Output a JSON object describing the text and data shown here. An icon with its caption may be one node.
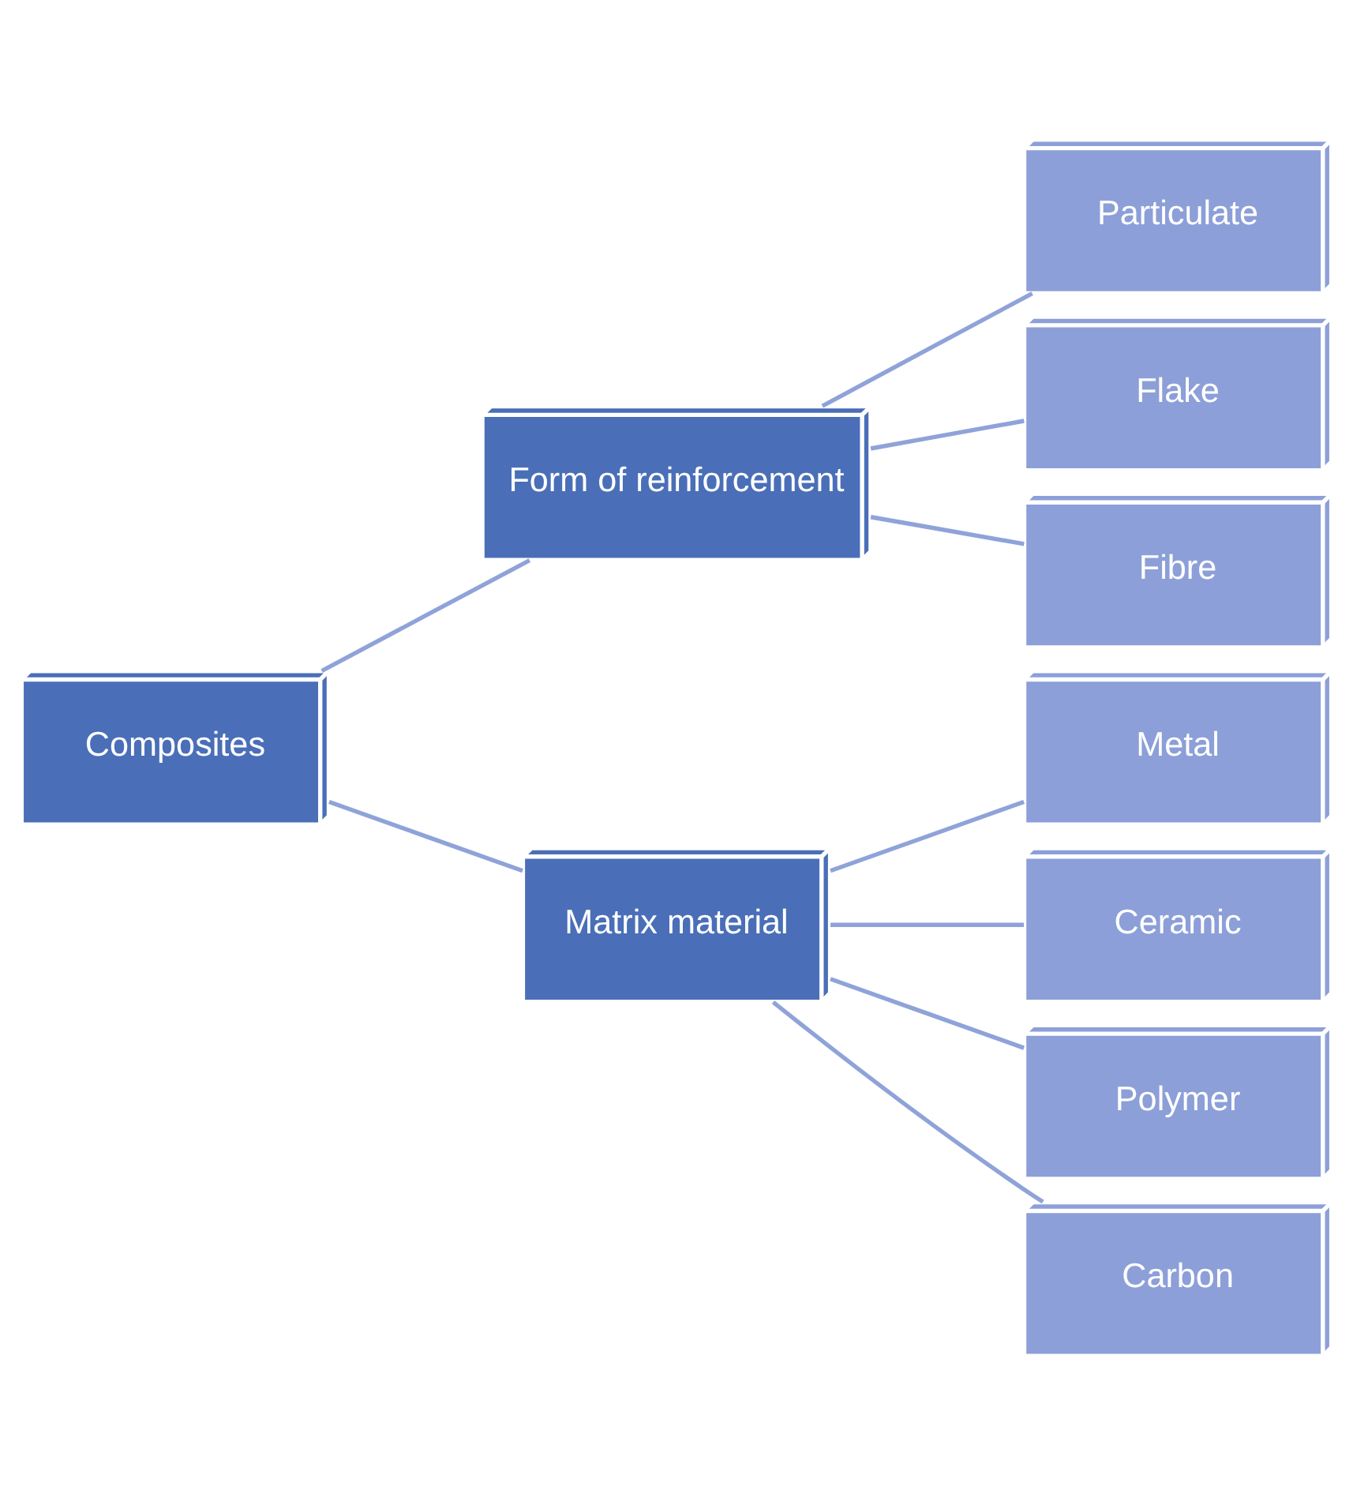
{
  "diagram": {
    "nodes": [
      {
        "text": [
          "Composites"
        ]
      },
      {
        "text": [
          "Form of reinforcement"
        ]
      },
      {
        "text": [
          "Matrix material"
        ]
      },
      {
        "text": [
          "Particulate"
        ]
      },
      {
        "text": [
          "Flake"
        ]
      },
      {
        "text": [
          "Fibre"
        ]
      },
      {
        "text": [
          "Metal"
        ]
      },
      {
        "text": [
          "Ceramic"
        ]
      },
      {
        "text": [
          "Polymer"
        ]
      },
      {
        "text": [
          "Carbon"
        ]
      }
    ],
    "edges": [
      {
        "from": 0,
        "to": 1,
        "arrow": "none"
      },
      {
        "from": 0,
        "to": 2,
        "arrow": "none"
      },
      {
        "from": 1,
        "to": 3,
        "arrow": "none"
      },
      {
        "from": 1,
        "to": 4,
        "arrow": "none"
      },
      {
        "from": 1,
        "to": 5,
        "arrow": "none"
      },
      {
        "from": 2,
        "to": 6,
        "arrow": "none"
      },
      {
        "from": 2,
        "to": 7,
        "arrow": "none"
      },
      {
        "from": 2,
        "to": 8,
        "arrow": "none"
      },
      {
        "from": 2,
        "to": 9,
        "arrow": "none"
      }
    ]
  }
}
